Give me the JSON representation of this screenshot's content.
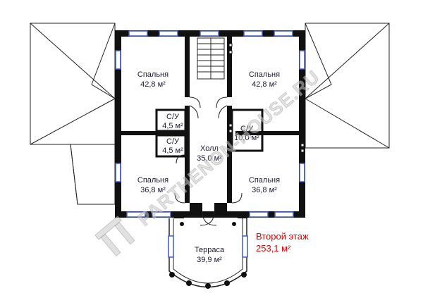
{
  "rooms": {
    "bedroom_nw": {
      "name": "Спальня",
      "area": "42,8 м²"
    },
    "bedroom_ne": {
      "name": "Спальня",
      "area": "42,8 м²"
    },
    "wc_1": {
      "name": "С/У",
      "area": "4,5 м²"
    },
    "wc_2": {
      "name": "С/У",
      "area": "4,5 м²"
    },
    "wc_3": {
      "name": "С/У",
      "area": "10,0 м²"
    },
    "hall": {
      "name": "Холл",
      "area": "35,0 м²"
    },
    "bedroom_sw": {
      "name": "Спальня",
      "area": "36,8 м²"
    },
    "bedroom_se": {
      "name": "Спальня",
      "area": "36,8 м²"
    },
    "terrace": {
      "name": "Терраса",
      "area": "39,9 м²"
    }
  },
  "floor": {
    "title": "Второй этаж",
    "total_area": "253,1 м²"
  },
  "watermark": {
    "text": "PARTHENON-HOUSE.RU"
  },
  "colors": {
    "wall": "#111111",
    "window": "#3d5cc9",
    "floor_title": "#e00000",
    "label": "#1a1a33"
  }
}
